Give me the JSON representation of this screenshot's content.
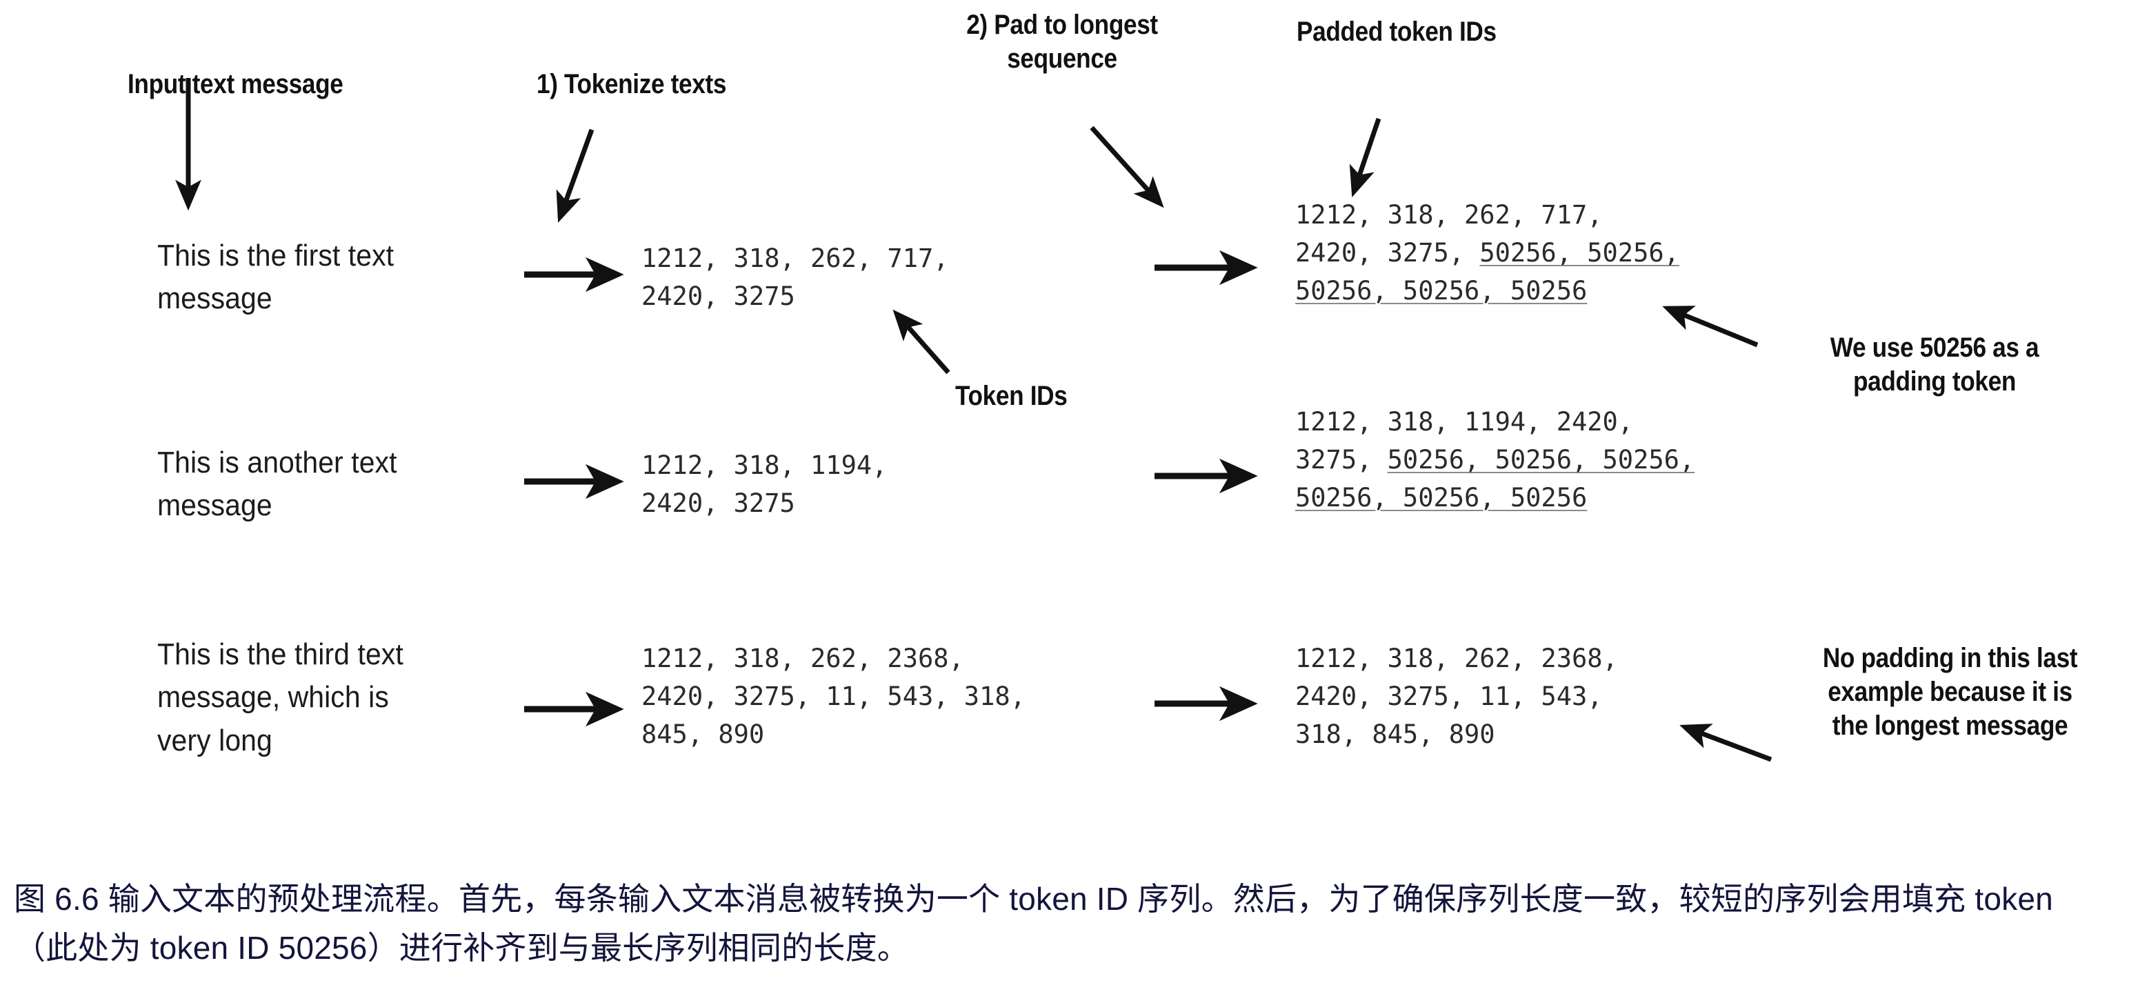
{
  "figure": {
    "labels": {
      "input_text_message": "Input text message",
      "tokenize_texts": "1) Tokenize texts",
      "pad_to_longest": "2) Pad to longest\nsequence",
      "padded_token_ids": "Padded token IDs",
      "token_ids": "Token IDs",
      "padding_note": "We use 50256 as a\npadding token",
      "no_padding_note": "No padding in this last\nexample because it is\nthe longest message"
    },
    "rows": [
      {
        "text": "This is the first text\nmessage",
        "token_ids": "1212, 318, 262, 717,\n2420, 3275",
        "padded_prefix": "1212, 318, 262, 717,\n2420, 3275, ",
        "padded_pad_1": "50256, 50256,",
        "padded_pad_2": "50256, 50256, 50256"
      },
      {
        "text": "This is another text\nmessage",
        "token_ids": "1212, 318, 1194,\n2420, 3275",
        "padded_prefix": "1212, 318, 1194, 2420,\n3275, ",
        "padded_pad_1": "50256, 50256, 50256,",
        "padded_pad_2": "50256, 50256, 50256"
      },
      {
        "text": "This is the third text\nmessage, which is\nvery long",
        "token_ids": "1212, 318, 262, 2368,\n2420, 3275, 11, 543, 318,\n845, 890",
        "padded_prefix": "1212, 318, 262, 2368,\n2420, 3275, 11, 543,\n318, 845, 890",
        "padded_pad_1": "",
        "padded_pad_2": ""
      }
    ],
    "caption": "图 6.6 输入文本的预处理流程。首先，每条输入文本消息被转换为一个 token ID 序列。然后，为了确保序列长度一致，较短的序列会用填充 token（此处为 token ID 50256）进行补齐到与最长序列相同的长度。",
    "colors": {
      "ink": "#111111",
      "mono_ink": "#2a2a2a",
      "caption_ink": "#14143c",
      "underline": "#8a8a8a",
      "background": "#ffffff"
    }
  }
}
